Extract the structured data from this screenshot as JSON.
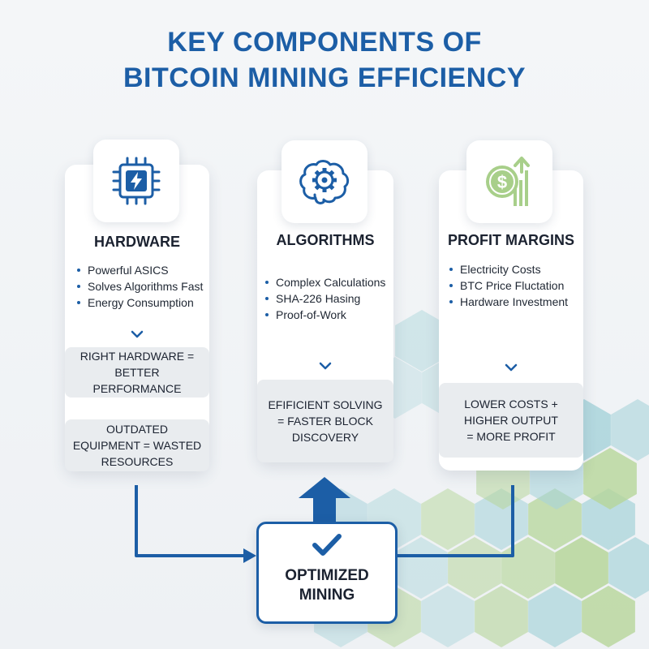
{
  "title": {
    "line1": "KEY COMPONENTS OF",
    "line2": "BITCOIN MINING EFFICIENCY"
  },
  "colors": {
    "primary": "#1c5ea6",
    "hex_teal": "#a9d4da",
    "hex_green": "#b6d69a",
    "card": "#ffffff",
    "note": "#e9ecef"
  },
  "cards": [
    {
      "icon": "cpu-chip-icon",
      "heading": "HARDWARE",
      "bullets": [
        "Powerful ASICS",
        "Solves Algorithms Fast",
        "Energy Consumption"
      ],
      "notes": [
        "RIGHT HARDWARE = BETTER PERFORMANCE",
        "OUTDATED EQUIPMENT = WASTED RESOURCES"
      ]
    },
    {
      "icon": "brain-gear-icon",
      "heading": "ALGORITHMS",
      "bullets": [
        "Complex Calculations",
        "SHA-226 Hasing",
        "Proof-of-Work"
      ],
      "notes": [
        "EFIFICIENT SOLVING = FASTER BLOCK DISCOVERY"
      ]
    },
    {
      "icon": "dollar-growth-icon",
      "heading": "PROFIT MARGINS",
      "bullets": [
        "Electricity Costs",
        "BTC Price Fluctation",
        "Hardware Investment"
      ],
      "notes": [
        "LOWER COSTS + HIGHER OUTPUT = MORE PROFIT"
      ]
    }
  ],
  "center": {
    "icon": "checkmark-icon",
    "line1": "OPTIMIZED",
    "line2": "MINING"
  }
}
